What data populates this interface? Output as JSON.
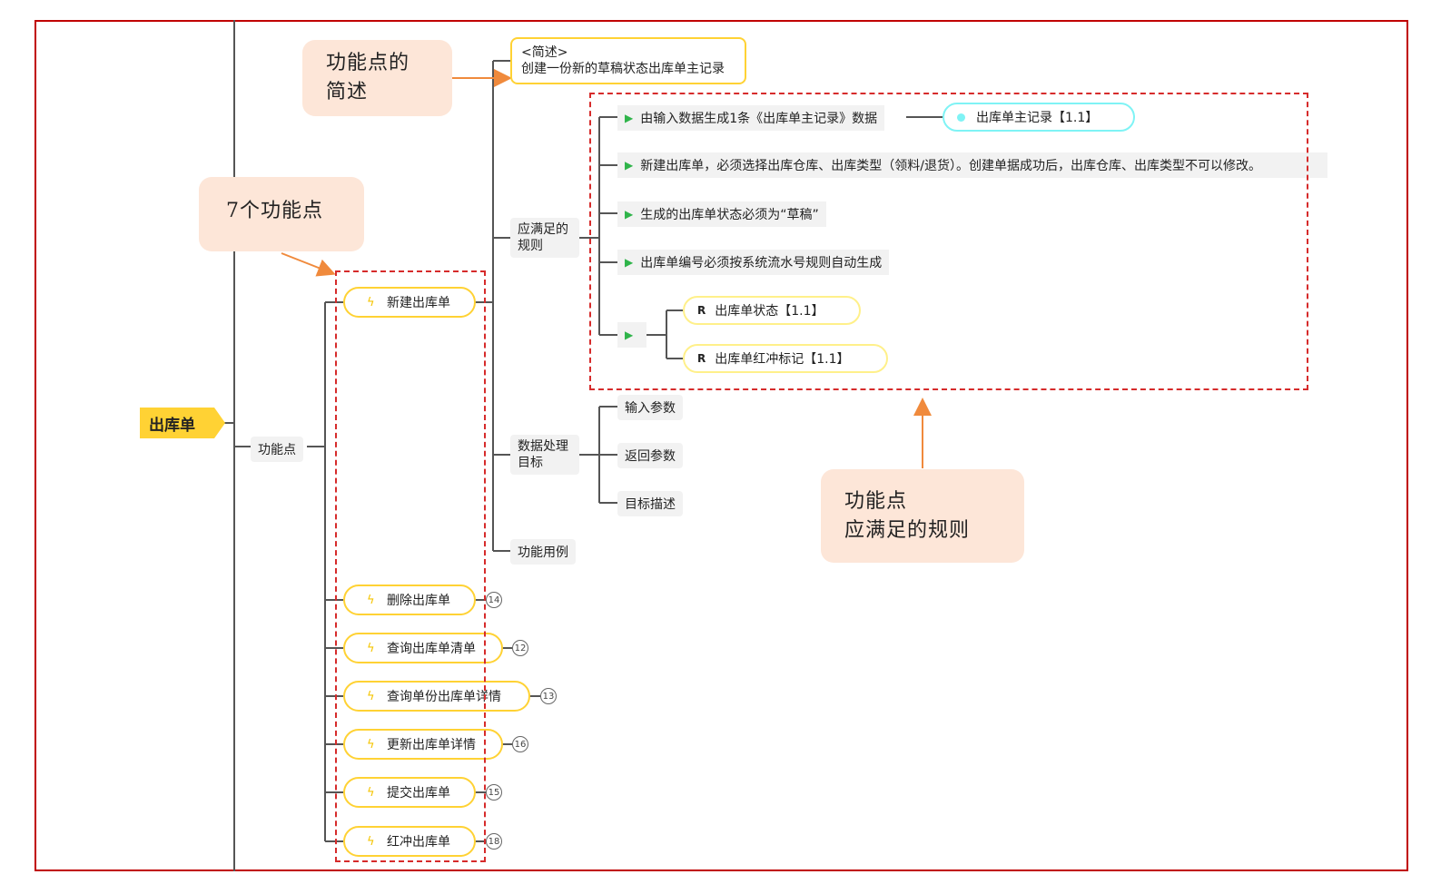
{
  "root": {
    "label": "出库单"
  },
  "level1": {
    "label": "功能点"
  },
  "functions": [
    {
      "label": "新建出库单",
      "badge": ""
    },
    {
      "label": "删除出库单",
      "badge": "14"
    },
    {
      "label": "查询出库单清单",
      "badge": "12"
    },
    {
      "label": "查询单份出库单详情",
      "badge": "13"
    },
    {
      "label": "更新出库单详情",
      "badge": "16"
    },
    {
      "label": "提交出库单",
      "badge": "15"
    },
    {
      "label": "红冲出库单",
      "badge": "18"
    }
  ],
  "new_order": {
    "summary": {
      "tag": "<简述>",
      "text": "创建一份新的草稿状态出库单主记录"
    },
    "branches": {
      "rules": "应满足的\n规则",
      "data_target": "数据处理\n目标",
      "use_case": "功能用例"
    },
    "rules": [
      "由输入数据生成1条《出库单主记录》数据",
      "新建出库单，必须选择出库仓库、出库类型（领料/退货）。创建单据成功后，出库仓库、出库类型不可以修改。",
      "生成的出库单状态必须为“草稿”",
      "出库单编号必须按系统流水号规则自动生成"
    ],
    "record_link": "出库单主记录【1.1】",
    "r_items": [
      {
        "mark": "R",
        "label": "出库单状态【1.1】"
      },
      {
        "mark": "R",
        "label": "出库单红冲标记【1.1】"
      }
    ],
    "data_targets": [
      "输入参数",
      "返回参数",
      "目标描述"
    ]
  },
  "callouts": {
    "summary": "功能点的\n简述",
    "seven": "7个功能点",
    "rules": "功能点\n应满足的规则"
  },
  "colors": {
    "frame": "#c00000",
    "root": "#ffd234",
    "dash": "#d62b2b",
    "arrow": "#f08a3c",
    "callout": "#fde6d8",
    "play": "#2fb44a",
    "cyan": "#7ff3f5"
  }
}
